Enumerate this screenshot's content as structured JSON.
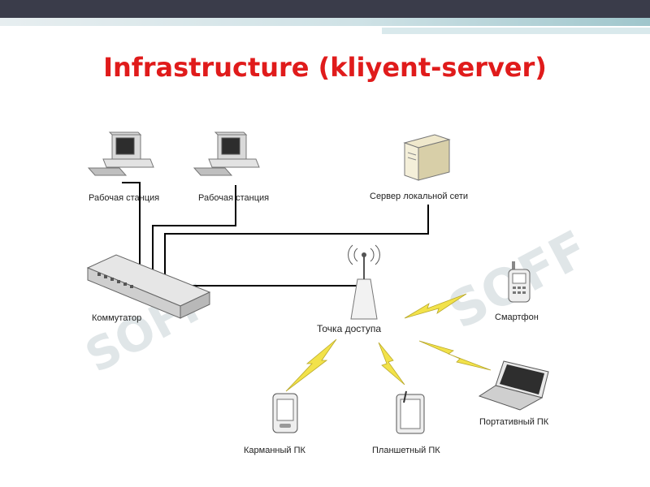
{
  "title": "Infrastructure (kliyent-server)",
  "watermark": "SOFF",
  "colors": {
    "title": "#e01b1b",
    "links": "#000000",
    "wireless": "#f2e24a"
  },
  "nodes": {
    "workstation_1": "Рабочая станция",
    "workstation_2": "Рабочая станция",
    "server": "Сервер локальной сети",
    "switch": "Коммутатор",
    "access_point": "Точка доступа",
    "smartphone": "Смартфон",
    "laptop": "Портативный ПК",
    "pda": "Карманный ПК",
    "tablet": "Планшетный ПК"
  },
  "icons": [
    "workstation-icon",
    "server-icon",
    "switch-icon",
    "access-point-icon",
    "smartphone-icon",
    "laptop-icon",
    "pda-icon",
    "tablet-icon",
    "wireless-link-icon"
  ]
}
